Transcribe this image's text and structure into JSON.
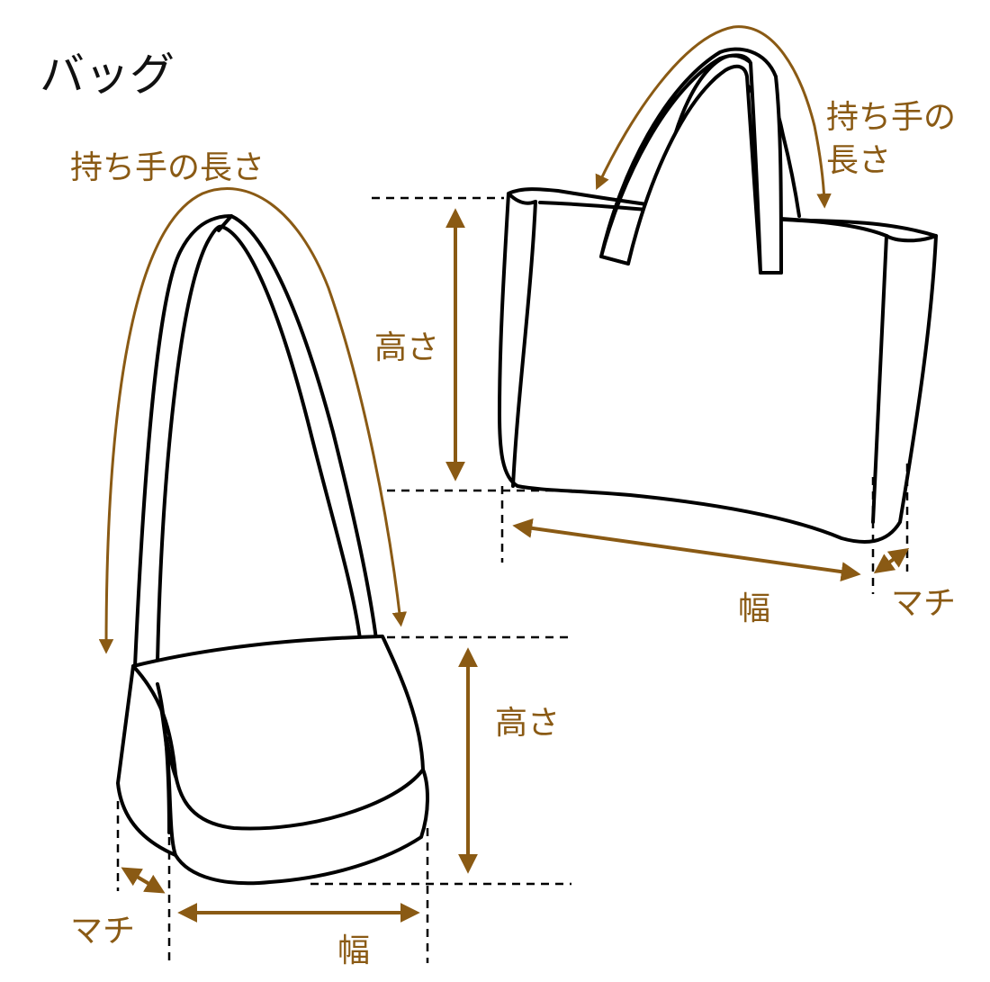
{
  "title": "バッグ",
  "colors": {
    "accent": "#8a5a14",
    "outline": "#000000",
    "background": "#ffffff"
  },
  "shoulder_bag": {
    "handle_length_label": "持ち手の長さ",
    "height_label": "高さ",
    "width_label": "幅",
    "gusset_label": "マチ"
  },
  "tote_bag": {
    "handle_length_label_line1": "持ち手の",
    "handle_length_label_line2": "長さ",
    "height_label": "高さ",
    "width_label": "幅",
    "gusset_label": "マチ"
  }
}
